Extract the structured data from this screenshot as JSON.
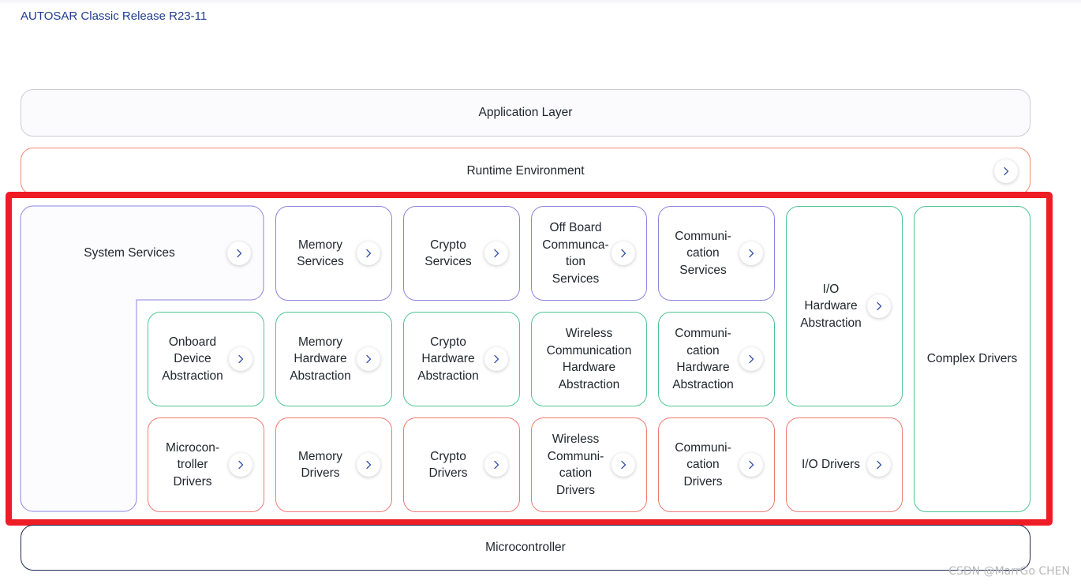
{
  "header": {
    "release_link": "AUTOSAR Classic Release R23-11"
  },
  "layers": {
    "application": "Application Layer",
    "runtime": "Runtime Environment",
    "microcontroller": "Microcontroller"
  },
  "services_row": {
    "system_services": "System Services",
    "memory_services": "Memory\nServices",
    "crypto_services": "Crypto\nServices",
    "offboard_services": "Off Board\nCommunca-\ntion\nServices",
    "communication_services": "Communi-\ncation\nServices"
  },
  "abstraction_row": {
    "onboard_device": "Onboard\nDevice\nAbstraction",
    "memory_hw": "Memory\nHardware\nAbstraction",
    "crypto_hw": "Crypto\nHardware\nAbstraction",
    "wireless_hw": "Wireless\nCommunication\nHardware\nAbstraction",
    "communication_hw": "Communi-\ncation\nHardware\nAbstraction",
    "io_hw": "I/O\nHardware\nAbstraction"
  },
  "driver_row": {
    "microcontroller_drivers": "Microcon-\ntroller\nDrivers",
    "memory_drivers": "Memory\nDrivers",
    "crypto_drivers": "Crypto\nDrivers",
    "wireless_drivers": "Wireless\nCommuni-\ncation\nDrivers",
    "communication_drivers": "Communi-\ncation\nDrivers",
    "io_drivers": "I/O Drivers"
  },
  "complex_drivers": "Complex Drivers",
  "icons": {
    "arrow": "chevron-right-icon"
  },
  "colors": {
    "services": "#8d84de",
    "abstraction": "#4fc58f",
    "drivers": "#ee7a72",
    "runtime": "#ef8a73",
    "microcontroller": "#1d2a52",
    "highlight": "#ee1c25",
    "link": "#1f3d8f"
  },
  "watermark": "CSDN @MarrGo CHEN"
}
